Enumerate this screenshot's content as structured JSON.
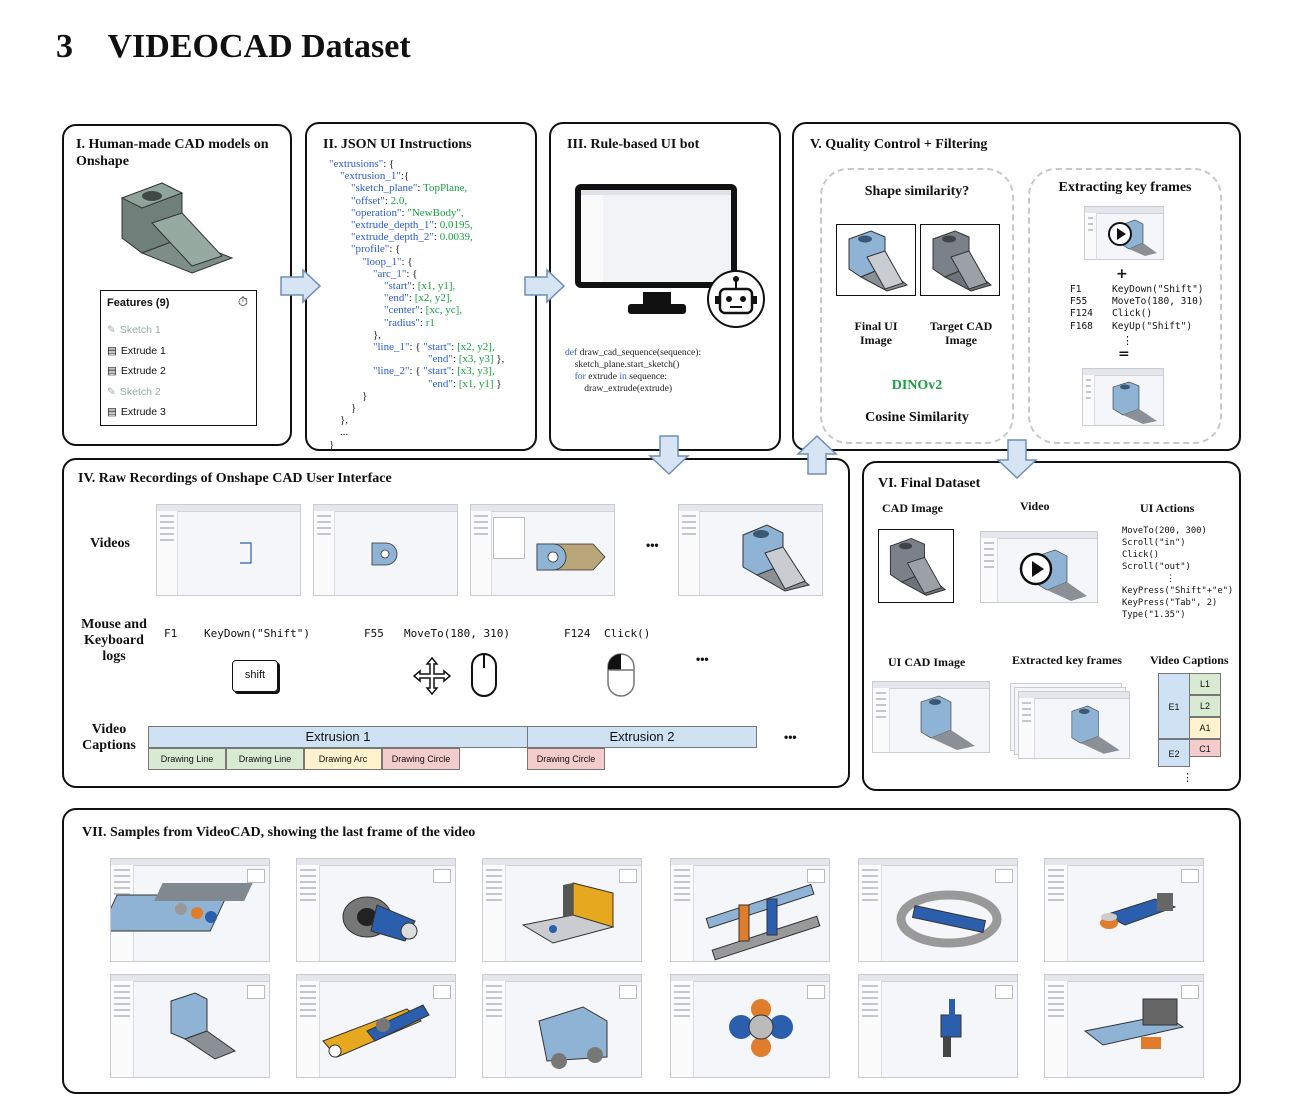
{
  "page": {
    "section_number": "3",
    "section_title": "VIDEOCAD Dataset"
  },
  "panel1": {
    "title": "I. Human-made CAD models on Onshape",
    "features_title": "Features (9)",
    "features": [
      {
        "label": "Sketch 1",
        "kind": "sketch"
      },
      {
        "label": "Extrude 1",
        "kind": "extrude"
      },
      {
        "label": "Extrude 2",
        "kind": "extrude"
      },
      {
        "label": "Sketch 2",
        "kind": "sketch"
      },
      {
        "label": "Extrude 3",
        "kind": "extrude"
      }
    ]
  },
  "panel2": {
    "title": "II. JSON UI Instructions",
    "json_lines": [
      [
        {
          "t": "\"extrusions\"",
          "c": "k"
        },
        {
          "t": ": {",
          "c": "d"
        }
      ],
      [
        {
          "t": "    \"extrusion_1\"",
          "c": "k"
        },
        {
          "t": ":{",
          "c": "d"
        }
      ],
      [
        {
          "t": "        \"sketch_plane\"",
          "c": "k"
        },
        {
          "t": ": ",
          "c": "d"
        },
        {
          "t": "TopPlane,",
          "c": "g"
        }
      ],
      [
        {
          "t": "        \"offset\"",
          "c": "k"
        },
        {
          "t": ": ",
          "c": "d"
        },
        {
          "t": "2.0,",
          "c": "g"
        }
      ],
      [
        {
          "t": "        \"operation\"",
          "c": "k"
        },
        {
          "t": ": ",
          "c": "d"
        },
        {
          "t": "\"NewBody\",",
          "c": "g"
        }
      ],
      [
        {
          "t": "        \"extrude_depth_1\"",
          "c": "k"
        },
        {
          "t": ": ",
          "c": "d"
        },
        {
          "t": "0.0195,",
          "c": "g"
        }
      ],
      [
        {
          "t": "        \"extrude_depth_2\"",
          "c": "k"
        },
        {
          "t": ": ",
          "c": "d"
        },
        {
          "t": "0.0039,",
          "c": "g"
        }
      ],
      [
        {
          "t": "        \"profile\"",
          "c": "k"
        },
        {
          "t": ": {",
          "c": "d"
        }
      ],
      [
        {
          "t": "            \"loop_1\"",
          "c": "k"
        },
        {
          "t": ": {",
          "c": "d"
        }
      ],
      [
        {
          "t": "                \"arc_1\"",
          "c": "k"
        },
        {
          "t": ": {",
          "c": "d"
        }
      ],
      [
        {
          "t": "                    \"start\"",
          "c": "k"
        },
        {
          "t": ": ",
          "c": "d"
        },
        {
          "t": "[x1, y1],",
          "c": "g"
        }
      ],
      [
        {
          "t": "                    \"end\"",
          "c": "k"
        },
        {
          "t": ": ",
          "c": "d"
        },
        {
          "t": "[x2, y2],",
          "c": "g"
        }
      ],
      [
        {
          "t": "                    \"center\"",
          "c": "k"
        },
        {
          "t": ": ",
          "c": "d"
        },
        {
          "t": "[xc, yc],",
          "c": "g"
        }
      ],
      [
        {
          "t": "                    \"radius\"",
          "c": "k"
        },
        {
          "t": ": ",
          "c": "d"
        },
        {
          "t": "r1",
          "c": "g"
        }
      ],
      [
        {
          "t": "                },",
          "c": "d"
        }
      ],
      [
        {
          "t": "                \"line_1\"",
          "c": "k"
        },
        {
          "t": ": { ",
          "c": "d"
        },
        {
          "t": "\"start\"",
          "c": "k"
        },
        {
          "t": ": ",
          "c": "d"
        },
        {
          "t": "[x2, y2],",
          "c": "g"
        }
      ],
      [
        {
          "t": "                                    \"end\"",
          "c": "k"
        },
        {
          "t": ": ",
          "c": "d"
        },
        {
          "t": "[x3, y3]",
          "c": "g"
        },
        {
          "t": " },",
          "c": "d"
        }
      ],
      [
        {
          "t": "                \"line_2\"",
          "c": "k"
        },
        {
          "t": ": { ",
          "c": "d"
        },
        {
          "t": "\"start\"",
          "c": "k"
        },
        {
          "t": ": ",
          "c": "d"
        },
        {
          "t": "[x3, y3],",
          "c": "g"
        }
      ],
      [
        {
          "t": "                                    \"end\"",
          "c": "k"
        },
        {
          "t": ": ",
          "c": "d"
        },
        {
          "t": "[x1, y1]",
          "c": "g"
        },
        {
          "t": " }",
          "c": "d"
        }
      ],
      [
        {
          "t": "            }",
          "c": "d"
        }
      ],
      [
        {
          "t": "        }",
          "c": "d"
        }
      ],
      [
        {
          "t": "    },",
          "c": "d"
        }
      ],
      [
        {
          "t": "    ...",
          "c": "d"
        }
      ],
      [
        {
          "t": "}",
          "c": "d"
        }
      ]
    ]
  },
  "panel3": {
    "title": "III. Rule-based UI bot",
    "code_lines": [
      [
        {
          "t": "def ",
          "c": "k"
        },
        {
          "t": "draw_cad_sequence(sequence):",
          "c": "d"
        }
      ],
      [
        {
          "t": "    sketch_plane.start_sketch()",
          "c": "d"
        }
      ],
      [
        {
          "t": "    ",
          "c": "d"
        },
        {
          "t": "for ",
          "c": "k"
        },
        {
          "t": "extrude ",
          "c": "d"
        },
        {
          "t": "in ",
          "c": "k"
        },
        {
          "t": "sequence:",
          "c": "d"
        }
      ],
      [
        {
          "t": "        draw_extrude(extrude)",
          "c": "d"
        }
      ]
    ]
  },
  "panel5": {
    "title": "V. Quality Control + Filtering",
    "shape_similarity": "Shape similarity?",
    "final_ui_image": "Final UI Image",
    "target_cad_image": "Target CAD Image",
    "dinov2": "DINOv2",
    "cosine": "Cosine Similarity",
    "key_frames_title": "Extracting key frames",
    "plus": "+",
    "equals": "=",
    "vdots": "⋮",
    "log": [
      {
        "frame": "F1",
        "action": "KeyDown(\"Shift\")"
      },
      {
        "frame": "F55",
        "action": "MoveTo(180, 310)"
      },
      {
        "frame": "F124",
        "action": "Click()"
      },
      {
        "frame": "F168",
        "action": "KeyUp(\"Shift\")"
      }
    ]
  },
  "panel4": {
    "title": "IV. Raw Recordings of Onshape CAD User Interface",
    "videos_label": "Videos",
    "logs_label": "Mouse and Keyboard logs",
    "captions_label": "Video Captions",
    "ellipsis": "•••",
    "log_entries": [
      {
        "frame": "F1",
        "action": "KeyDown(\"Shift\")"
      },
      {
        "frame": "F55",
        "action": "MoveTo(180, 310)"
      },
      {
        "frame": "F124",
        "action": "Click()"
      }
    ],
    "shift_key": "shift",
    "extrusions": [
      "Extrusion 1",
      "Extrusion 2"
    ],
    "subcaptions": [
      {
        "label": "Drawing Line",
        "color": "#d9ead3"
      },
      {
        "label": "Drawing Line",
        "color": "#d9ead3"
      },
      {
        "label": "Drawing Arc",
        "color": "#fff2cc"
      },
      {
        "label": "Drawing Circle",
        "color": "#f4cccc"
      },
      {
        "label": "Drawing Circle",
        "color": "#f4cccc"
      }
    ]
  },
  "panel6": {
    "title": "VI. Final Dataset",
    "cad_image": "CAD Image",
    "video": "Video",
    "ui_actions": "UI Actions",
    "actions": [
      "MoveTo(200, 300)",
      "Scroll(\"in\")",
      "Click()",
      "Scroll(\"out\")",
      "⋮",
      "KeyPress(\"Shift\"+\"e\")",
      "KeyPress(\"Tab\", 2)",
      "Type(\"1.35\")"
    ],
    "ui_cad_image": "UI CAD Image",
    "extracted_key_frames": "Extracted key frames",
    "video_captions": "Video Captions",
    "caption_tree": {
      "e1": "E1",
      "e2": "E2",
      "l1": "L1",
      "l2": "L2",
      "a1": "A1",
      "c1": "C1",
      "more": "⋮"
    }
  },
  "panel7": {
    "title": "VII. Samples from VideoCAD, showing the last frame of the video"
  },
  "colors": {
    "cad_blue": "#8fb3d4",
    "cad_gray": "#7b8188",
    "arrow_fill": "#d6e4f3",
    "arrow_stroke": "#6d8fb6",
    "json_key": "#2a5bd7",
    "json_value": "#17a041",
    "extrusion_bar": "#cfe2f3"
  }
}
